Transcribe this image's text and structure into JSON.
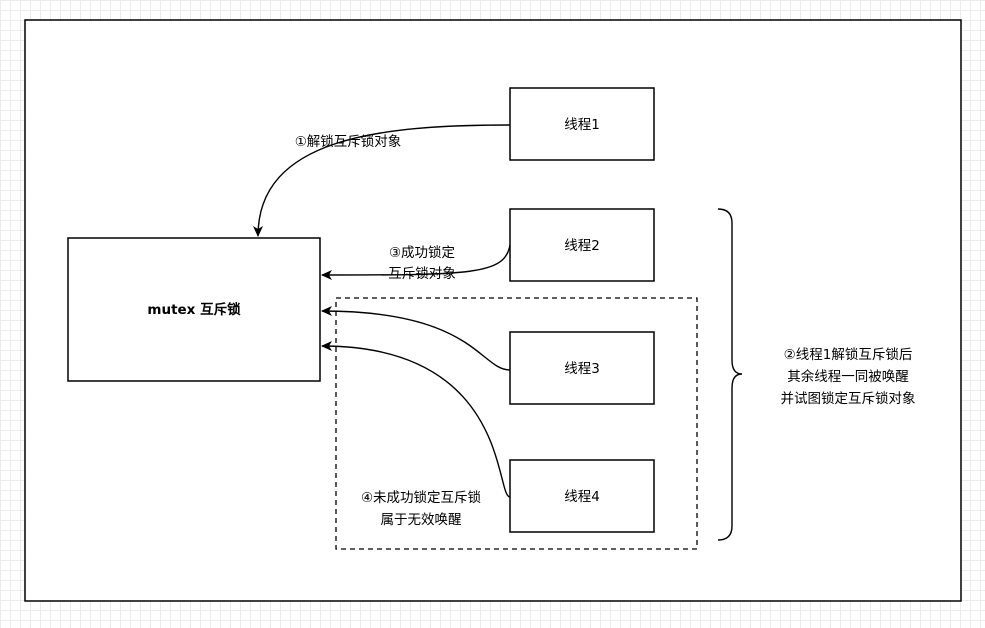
{
  "diagram": {
    "mutex_label": "mutex 互斥锁",
    "threads": [
      "线程1",
      "线程2",
      "线程3",
      "线程4"
    ],
    "step1_label": "①解锁互斥锁对象",
    "step2_lines": [
      "②线程1解锁互斥锁后",
      "其余线程一同被唤醒",
      "并试图锁定互斥锁对象"
    ],
    "step3_lines": [
      "③成功锁定",
      "互斥锁对象"
    ],
    "step4_lines": [
      "④未成功锁定互斥锁",
      "属于无效唤醒"
    ]
  }
}
